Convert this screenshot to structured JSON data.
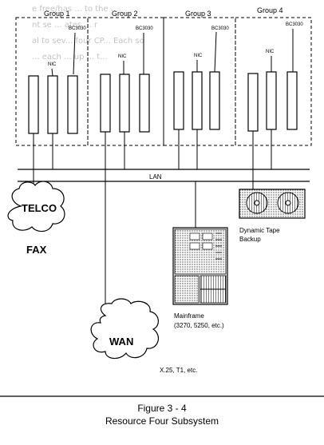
{
  "background_text": [
    "e free/has ... to the ...",
    "nt se ... ates ... r",
    "al to sev... four CP... Each so",
    "... each ... up ... t..."
  ],
  "groups": [
    {
      "label": "Group 1",
      "module_label": "BC3030",
      "nic_label": "NIC"
    },
    {
      "label": "Group 2",
      "module_label": "BC3030",
      "nic_label": "NIC"
    },
    {
      "label": "Group 3",
      "module_label": "BC3030",
      "nic_label": "NIC"
    },
    {
      "label": "Group 4",
      "module_label": "BC3030",
      "nic_label": "NIC"
    }
  ],
  "lan": {
    "label": "LAN"
  },
  "telco": {
    "label": "TELCO",
    "sublabel": "FAX"
  },
  "wan": {
    "label": "WAN",
    "sublabel": "X.25, T1, etc."
  },
  "tape": {
    "label_line1": "Dynamic Tape",
    "label_line2": "Backup"
  },
  "mainframe": {
    "label_line1": "Mainframe",
    "label_line2": "(3270, 5250, etc.)"
  },
  "caption": {
    "line1": "Figure 3 - 4",
    "line2": "Resource Four Subsystem"
  },
  "colors": {
    "ink": "#000000",
    "paper": "#ffffff",
    "faded": "#888888"
  }
}
